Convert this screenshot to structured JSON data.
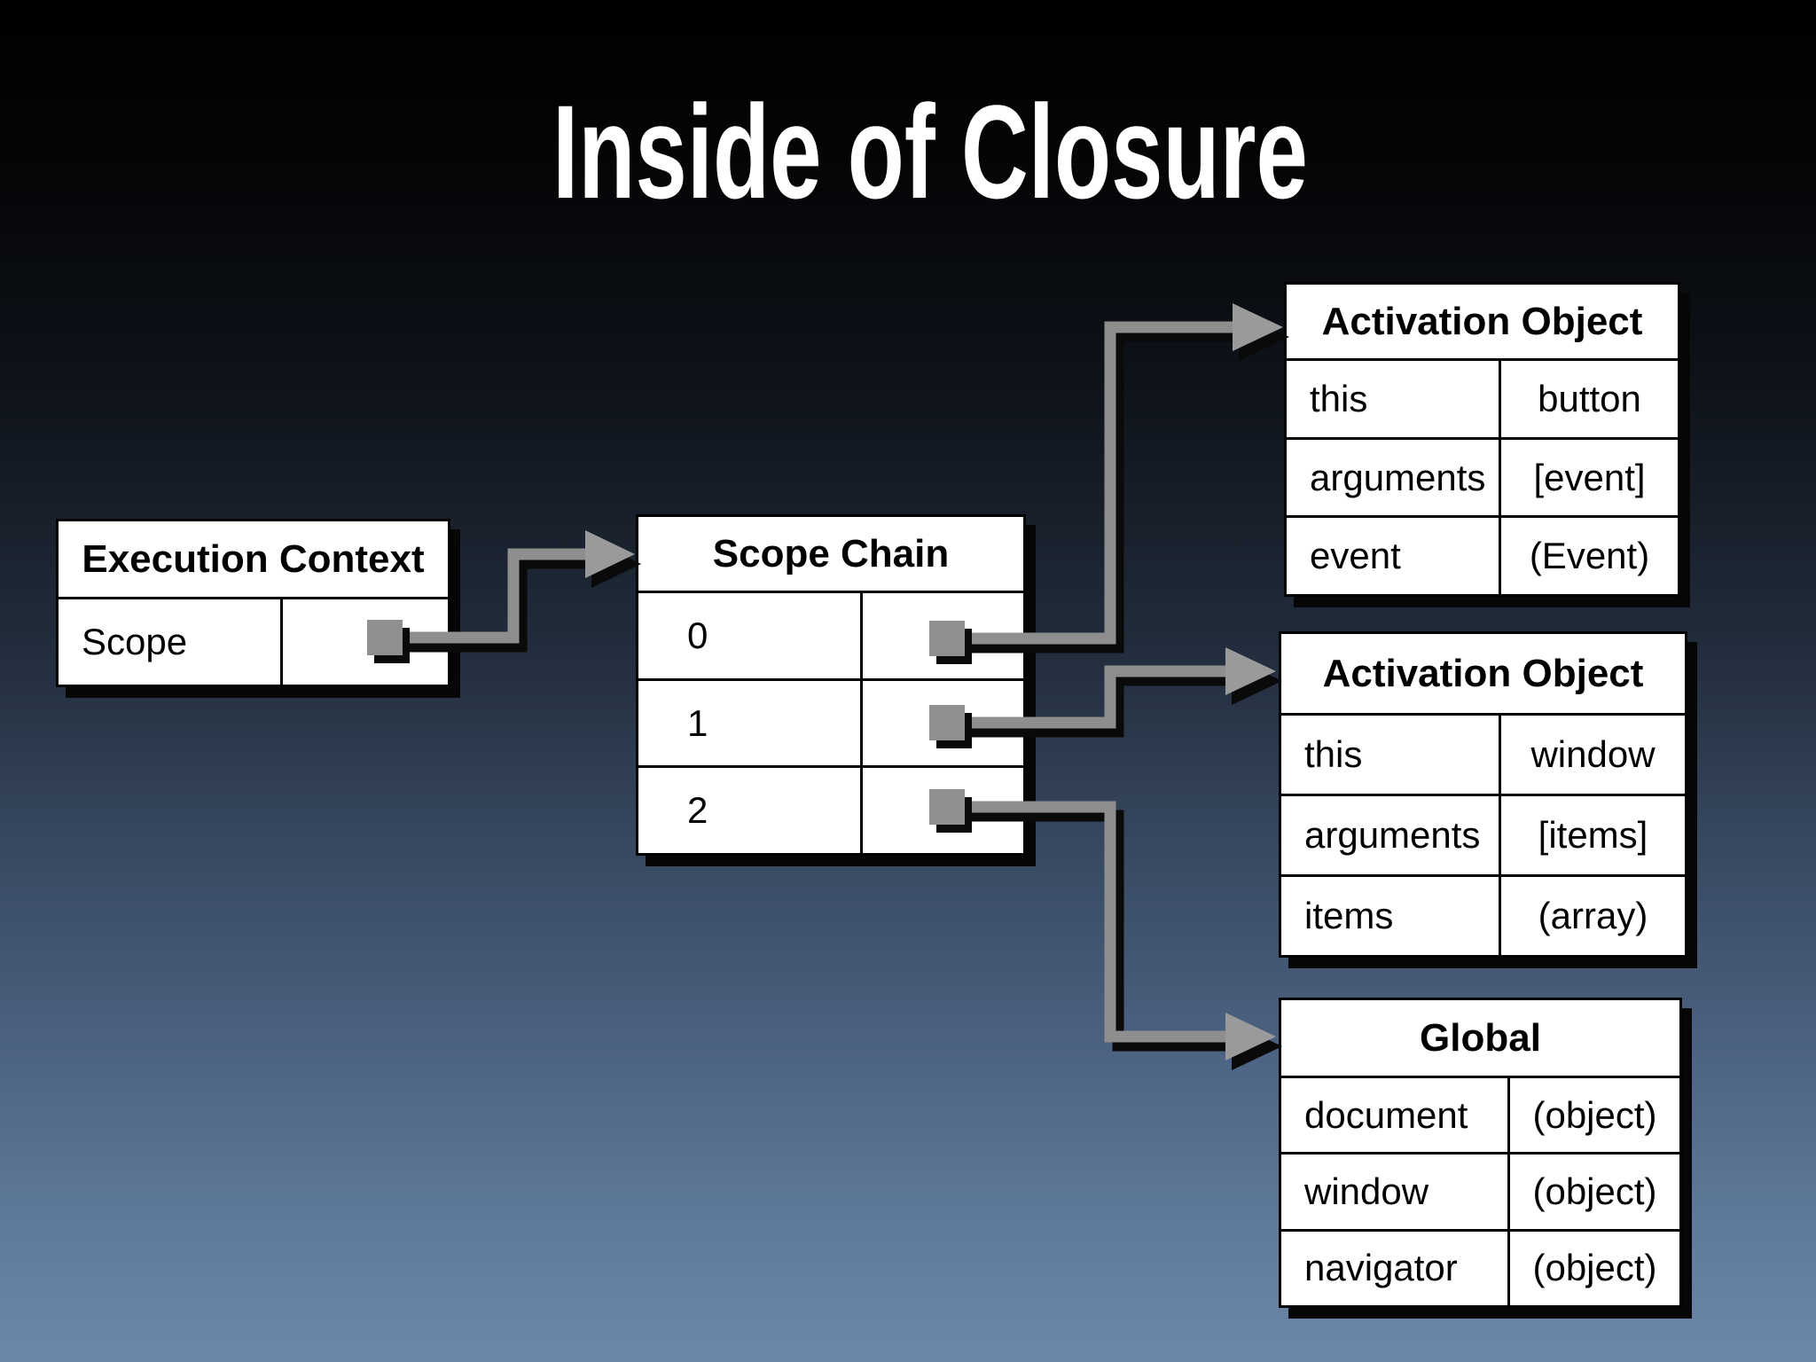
{
  "slide": {
    "title": "Inside of Closure"
  },
  "colors": {
    "background_top": "#000000",
    "background_bottom": "#6c87a8",
    "box_fill": "#ffffff",
    "box_border": "#000000",
    "shadow": "#060606",
    "connector_gray": "#8e8e8e",
    "arrowhead_gray": "#9a9a9a",
    "handle_gray": "#8f8f8f",
    "title_color": "#ffffff",
    "text_color": "#000000"
  },
  "boxes": {
    "execution_context": {
      "title": "Execution Context",
      "rows": [
        {
          "key": "Scope",
          "value": "",
          "pointer": true
        }
      ]
    },
    "scope_chain": {
      "title": "Scope Chain",
      "rows": [
        {
          "key": "0",
          "value": "",
          "pointer": true
        },
        {
          "key": "1",
          "value": "",
          "pointer": true
        },
        {
          "key": "2",
          "value": "",
          "pointer": true
        }
      ]
    },
    "activation_object_top": {
      "title": "Activation Object",
      "rows": [
        {
          "key": "this",
          "value": "button"
        },
        {
          "key": "arguments",
          "value": "[event]"
        },
        {
          "key": "event",
          "value": "(Event)"
        }
      ]
    },
    "activation_object_middle": {
      "title": "Activation Object",
      "rows": [
        {
          "key": "this",
          "value": "window"
        },
        {
          "key": "arguments",
          "value": "[items]"
        },
        {
          "key": "items",
          "value": "(array)"
        }
      ]
    },
    "global": {
      "title": "Global",
      "rows": [
        {
          "key": "document",
          "value": "(object)"
        },
        {
          "key": "window",
          "value": "(object)"
        },
        {
          "key": "navigator",
          "value": "(object)"
        }
      ]
    }
  },
  "connectors": [
    {
      "from": "execution-context-scope",
      "to": "scope-chain"
    },
    {
      "from": "scope-chain-slot-0",
      "to": "activation-object-top"
    },
    {
      "from": "scope-chain-slot-1",
      "to": "activation-object-middle"
    },
    {
      "from": "scope-chain-slot-2",
      "to": "global"
    }
  ]
}
